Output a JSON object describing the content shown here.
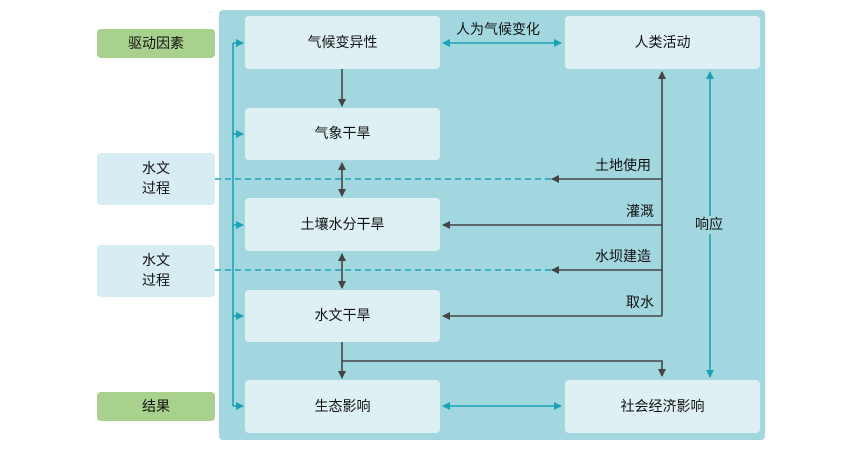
{
  "tags": {
    "drivers": "驱动因素",
    "outcomes": "结果"
  },
  "side_boxes": [
    {
      "line1": "水文",
      "line2": "过程"
    },
    {
      "line1": "水文",
      "line2": "过程"
    }
  ],
  "nodes": {
    "climate_variability": "气候变异性",
    "human_activity": "人类活动",
    "meteorological_drought": "气象干旱",
    "soil_moisture_drought": "土壤水分干旱",
    "hydrological_drought": "水文干旱",
    "ecological_impact": "生态影响",
    "socioeconomic_impact": "社会经济影响"
  },
  "edge_labels": {
    "anthropogenic_climate_change": "人为气候变化",
    "land_use": "土地使用",
    "irrigation": "灌溉",
    "dam_construction": "水坝建造",
    "water_withdrawal": "取水",
    "response": "响应"
  },
  "colors": {
    "panel": "#a3d7e0",
    "node": "#dff0f4",
    "tag": "#a9d18e",
    "side": "#d8ecf4",
    "arrow_dark": "#444444",
    "arrow_teal": "#1aa3b5"
  }
}
